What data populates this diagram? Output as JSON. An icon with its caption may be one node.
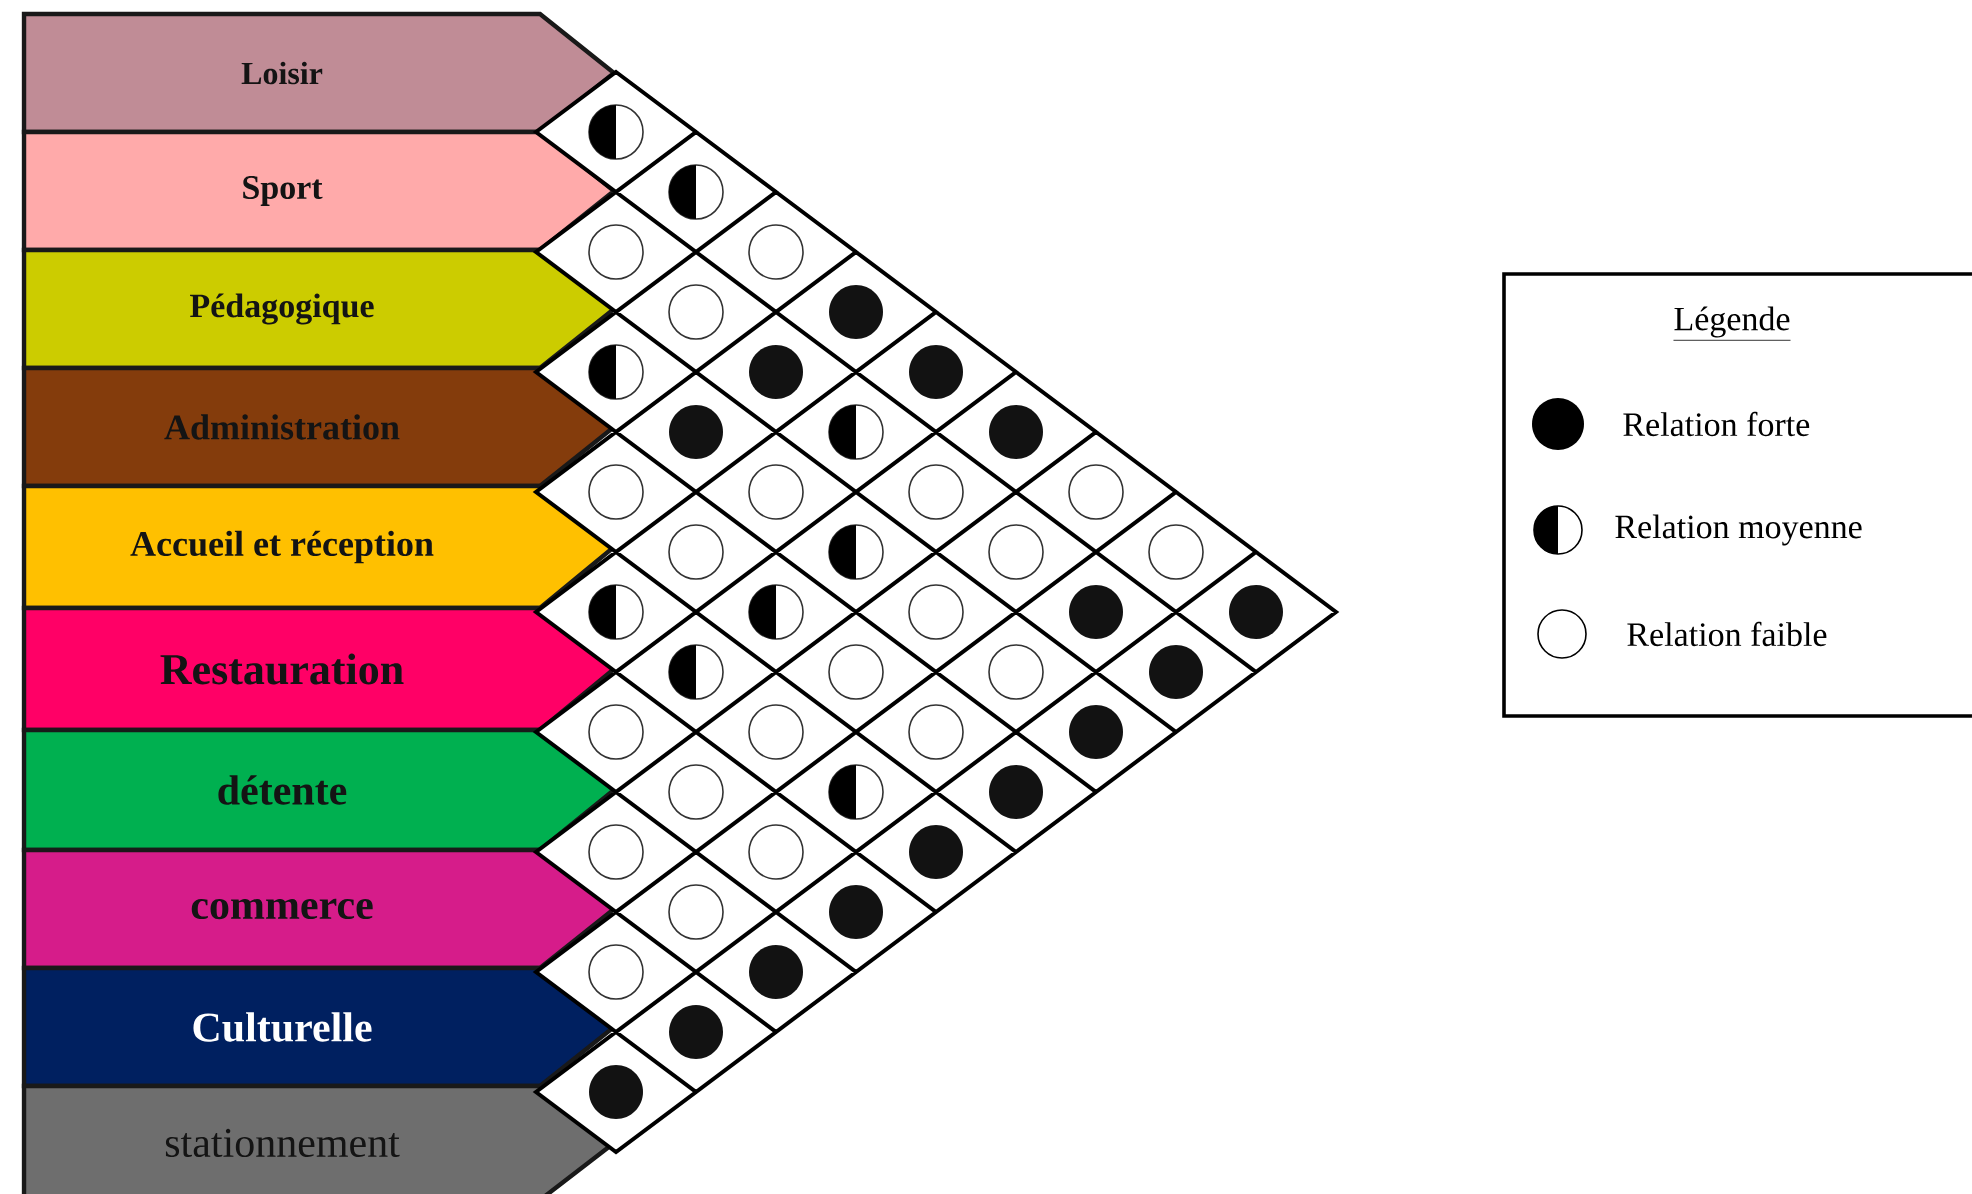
{
  "diagram": {
    "nodes": [
      {
        "text": [
          "Loisir"
        ]
      },
      {
        "text": [
          "Sport"
        ]
      },
      {
        "text": [
          "Pédagogique"
        ]
      },
      {
        "text": [
          "Administration"
        ]
      },
      {
        "text": [
          "Accueil et réception"
        ]
      },
      {
        "text": [
          "Restauration"
        ]
      },
      {
        "text": [
          "détente"
        ]
      },
      {
        "text": [
          "commerce"
        ]
      },
      {
        "text": [
          "Culturelle"
        ]
      },
      {
        "text": [
          "stationnement"
        ]
      },
      {
        "text": [],
        "shape": "half-disc"
      },
      {
        "text": [],
        "shape": "half-disc"
      },
      {
        "text": [],
        "shape": "circle"
      },
      {
        "text": [],
        "shape": "circle"
      },
      {
        "text": [],
        "shape": "circle"
      },
      {
        "text": [],
        "shape": "disc"
      },
      {
        "text": [],
        "shape": "half-disc"
      },
      {
        "text": [],
        "shape": "disc"
      },
      {
        "text": [],
        "shape": "disc"
      },
      {
        "text": [],
        "shape": "disc"
      },
      {
        "text": [],
        "shape": "half-disc"
      },
      {
        "text": [],
        "shape": "disc"
      },
      {
        "text": [],
        "shape": "circle"
      },
      {
        "text": [],
        "shape": "circle"
      },
      {
        "text": [],
        "shape": "circle"
      },
      {
        "text": [],
        "shape": "circle"
      },
      {
        "text": [],
        "shape": "circle"
      },
      {
        "text": [],
        "shape": "half-disc"
      },
      {
        "text": [],
        "shape": "circle"
      },
      {
        "text": [],
        "shape": "circle"
      },
      {
        "text": [],
        "shape": "half-disc"
      },
      {
        "text": [],
        "shape": "half-disc"
      },
      {
        "text": [],
        "shape": "circle"
      },
      {
        "text": [],
        "shape": "disc"
      },
      {
        "text": [],
        "shape": "disc"
      },
      {
        "text": [],
        "shape": "half-disc"
      },
      {
        "text": [],
        "shape": "circle"
      },
      {
        "text": [],
        "shape": "circle"
      },
      {
        "text": [],
        "shape": "disc"
      },
      {
        "text": [],
        "shape": "circle"
      },
      {
        "text": [],
        "shape": "circle"
      },
      {
        "text": [],
        "shape": "circle"
      },
      {
        "text": [],
        "shape": "disc"
      },
      {
        "text": [],
        "shape": "circle"
      },
      {
        "text": [],
        "shape": "half-disc"
      },
      {
        "text": [],
        "shape": "disc"
      },
      {
        "text": [],
        "shape": "circle"
      },
      {
        "text": [],
        "shape": "circle"
      },
      {
        "text": [],
        "shape": "disc"
      },
      {
        "text": [],
        "shape": "circle"
      },
      {
        "text": [],
        "shape": "disc"
      },
      {
        "text": [],
        "shape": "circle"
      },
      {
        "text": [],
        "shape": "disc"
      },
      {
        "text": [],
        "shape": "disc"
      },
      {
        "text": [],
        "shape": "disc"
      }
    ],
    "labels": [
      "Légende"
    ],
    "legend": [
      {
        "text": "Relation forte"
      },
      {
        "text": "Relation moyenne"
      },
      {
        "text": "Relation faible"
      }
    ]
  }
}
